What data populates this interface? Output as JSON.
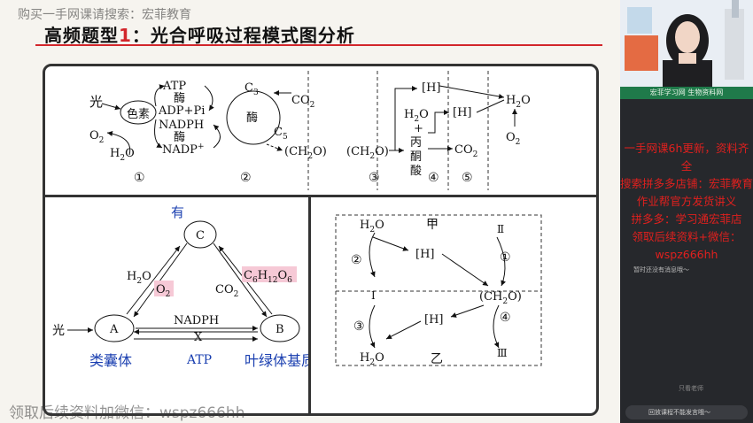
{
  "watermark_top": "购买一手网课请搜索：宏菲教育",
  "title": {
    "prefix": "高频题型",
    "num": "1",
    "suffix": "：光合呼吸过程模式图分析"
  },
  "diagram_top": {
    "light": "光",
    "pigment": "色素",
    "o2": "O",
    "o2_sub": "2",
    "h2o": "H",
    "h2o_sub": "2",
    "h2o_end": "O",
    "atp": "ATP",
    "enzyme1": "酶",
    "adp": "ADP+Pi",
    "nadph": "NADPH",
    "enzyme2": "酶",
    "nadp": "NADP",
    "nadp_sup": "+",
    "c3": "C",
    "c3_sub": "3",
    "enzyme3": "酶",
    "co2": "CO",
    "co2_sub": "2",
    "c5": "C",
    "c5_sub": "5",
    "ch2o1": "(CH",
    "ch2o1_sub": "2",
    "ch2o1_end": "O)",
    "ch2o2": "(CH",
    "ch2o2_sub": "2",
    "ch2o2_end": "O)",
    "h_1": "[H]",
    "h_2": "[H]",
    "h2o_in": "H",
    "h2o_in_sub": "2",
    "h2o_in_end": "O",
    "plus": "+",
    "pyruvate1": "丙",
    "pyruvate2": "酮",
    "pyruvate3": "酸",
    "co2_out": "CO",
    "co2_out_sub": "2",
    "h2o_out": "H",
    "h2o_out_sub": "2",
    "h2o_out_end": "O",
    "o2_in": "O",
    "o2_in_sub": "2",
    "labels": [
      "①",
      "②",
      "③",
      "④",
      "⑤"
    ]
  },
  "diagram_bl": {
    "c": "C",
    "a": "A",
    "b": "B",
    "light": "光",
    "h2o": "H",
    "h2o_sub": "2",
    "h2o_end": "O",
    "o2": "O",
    "o2_sub": "2",
    "co2": "CO",
    "co2_sub": "2",
    "glucose": "C",
    "g6": "6",
    "gh": "H",
    "g12": "12",
    "go": "O",
    "g6b": "6",
    "nadph": "NADPH",
    "x": "X",
    "hw_top": "有",
    "hw_a": "类囊体",
    "hw_x": "ATP",
    "hw_b": "叶绿体基质"
  },
  "diagram_br": {
    "h2o_top": "H",
    "h2o_top_sub": "2",
    "h2o_top_end": "O",
    "jia": "甲",
    "ii": "Ⅱ",
    "two": "②",
    "h_1": "[H]",
    "one": "①",
    "i": "Ⅰ",
    "ch2o": "(CH",
    "ch2o_sub": "2",
    "ch2o_end": "O)",
    "three": "③",
    "h_2": "[H]",
    "four": "④",
    "h2o_bot": "H",
    "h2o_bot_sub": "2",
    "h2o_bot_end": "O",
    "yi": "乙",
    "iii": "Ⅲ"
  },
  "watermark_bottom": "领取后续资料加微信：wspz666hh",
  "right": {
    "banner": "宏菲学习网 生物资料网",
    "promo": [
      "一手网课6h更新，资料齐全",
      "搜索拼多多店铺：宏菲教育",
      "作业帮官方发货讲义",
      "拼多多：学习通宏菲店",
      "领取后续资料+微信：wspz666hh"
    ],
    "chat_msg": "暂时还没有消息哦～",
    "input_placeholder": "回放课程不能发言哦～",
    "hint": "只看老师"
  }
}
